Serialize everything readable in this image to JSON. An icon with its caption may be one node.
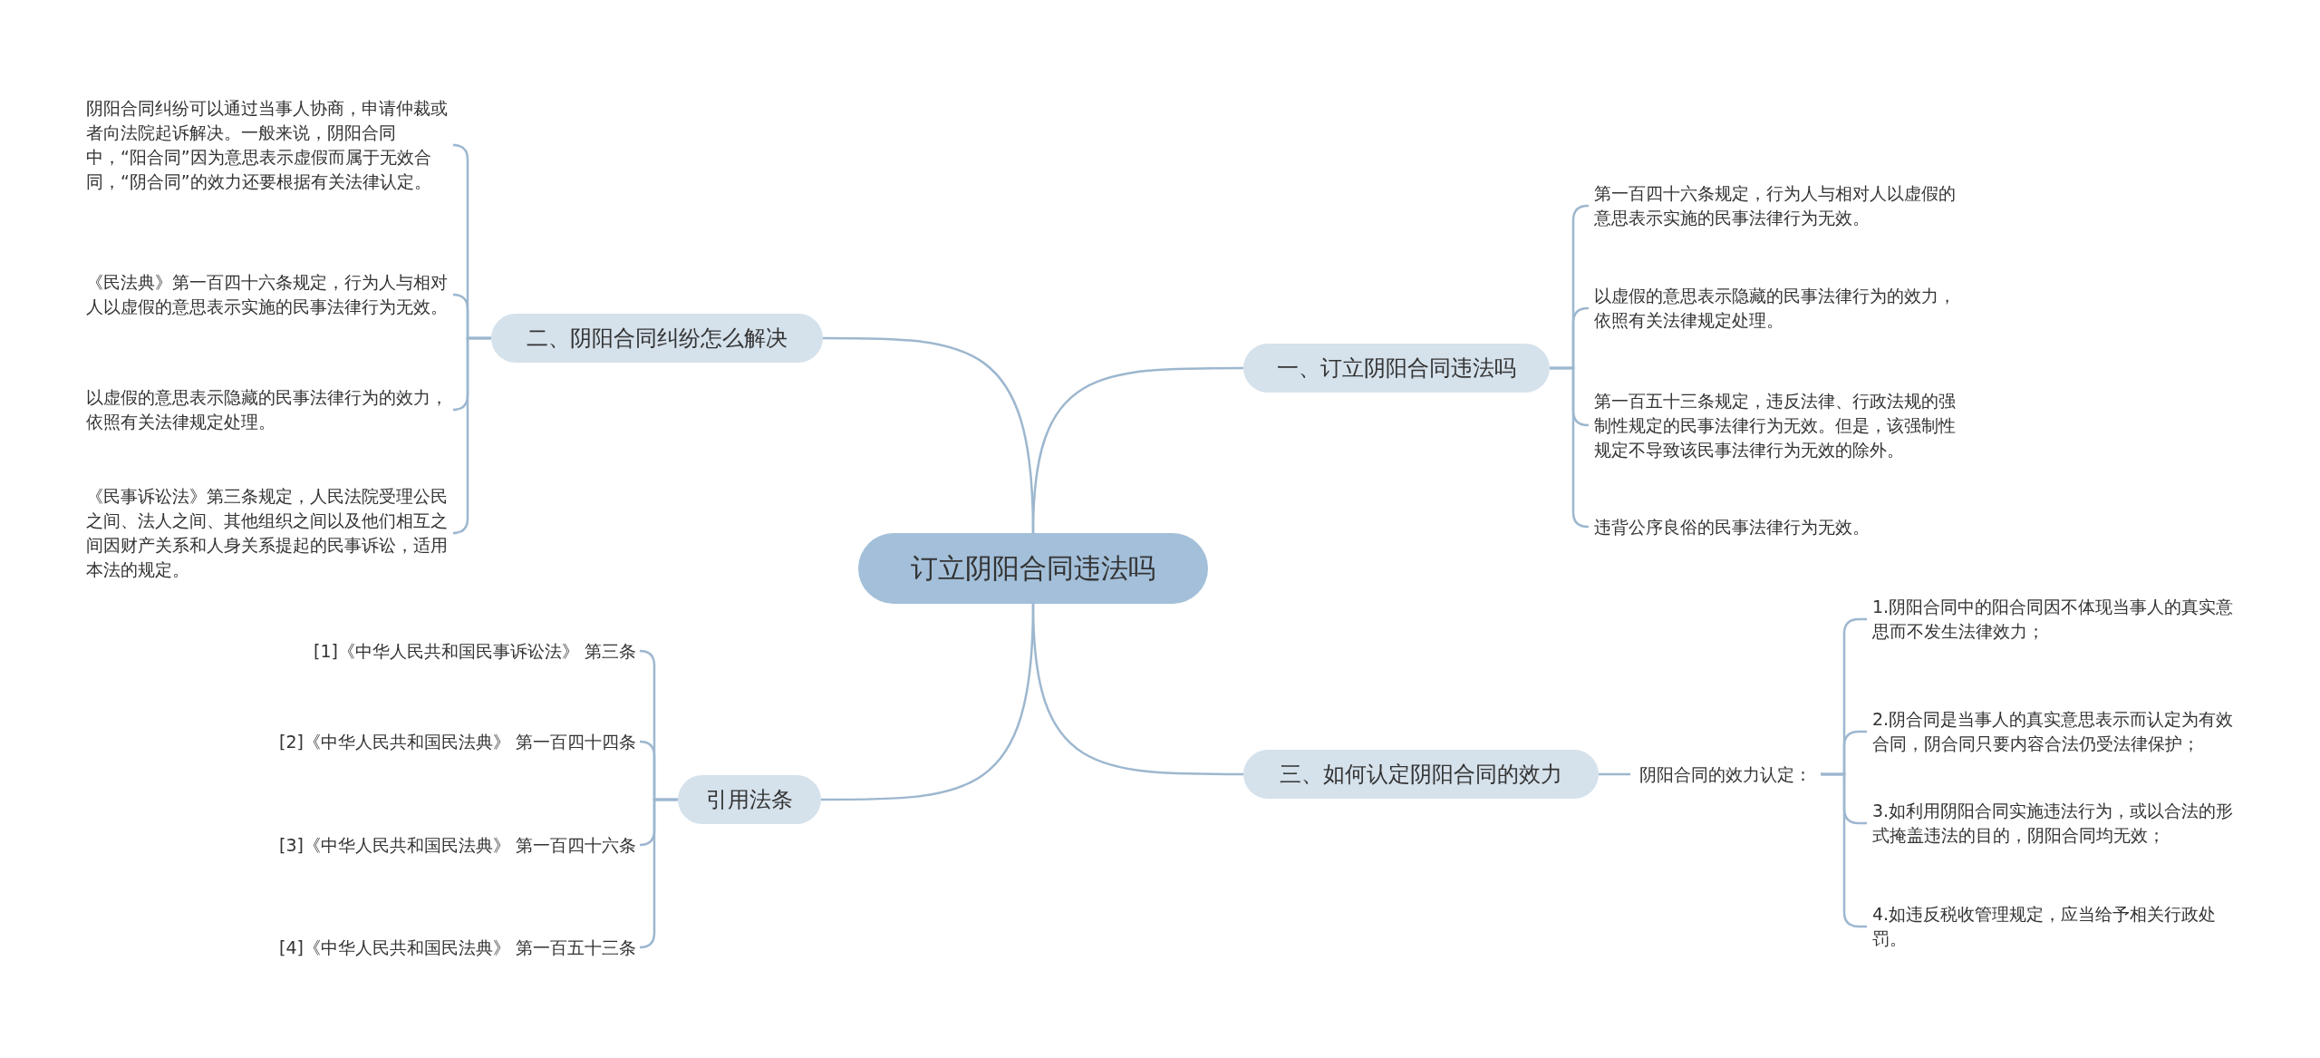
{
  "diagram": {
    "nodes": [
      {
        "text": [
          "订立阴阳合同违法吗"
        ]
      },
      {
        "text": [
          "一、订立阴阳合同违法吗"
        ]
      },
      {
        "text": [
          "第一百四十六条规定，行为人与相对人以虚假的意思表示实施的民事法律行为无效。"
        ]
      },
      {
        "text": [
          "以虚假的意思表示隐藏的民事法律行为的效力，依照有关法律规定处理。"
        ]
      },
      {
        "text": [
          "第一百五十三条规定，违反法律、行政法规的强制性规定的民事法律行为无效。但是，该强制性规定不导致该民事法律行为无效的除外。"
        ]
      },
      {
        "text": [
          "违背公序良俗的民事法律行为无效。"
        ]
      },
      {
        "text": [
          "二、阴阳合同纠纷怎么解决"
        ]
      },
      {
        "text": [
          "阴阳合同纠纷可以通过当事人协商，申请仲裁或者向法院起诉解决。一般来说，阴阳合同中，“阳合同”因为意思表示虚假而属于无效合同，“阴合同”的效力还要根据有关法律认定。"
        ]
      },
      {
        "text": [
          "《民法典》第一百四十六条规定，行为人与相对人以虚假的意思表示实施的民事法律行为无效。"
        ]
      },
      {
        "text": [
          "以虚假的意思表示隐藏的民事法律行为的效力，依照有关法律规定处理。"
        ]
      },
      {
        "text": [
          "《民事诉讼法》第三条规定，人民法院受理公民之间、法人之间、其他组织之间以及他们相互之间因财产关系和人身关系提起的民事诉讼，适用本法的规定。"
        ]
      },
      {
        "text": [
          "三、如何认定阴阳合同的效力"
        ]
      },
      {
        "text": [
          "阴阳合同的效力认定："
        ]
      },
      {
        "text": [
          "1.阴阳合同中的阳合同因不体现当事人的真实意思而不发生法律效力；"
        ]
      },
      {
        "text": [
          "2.阴合同是当事人的真实意思表示而认定为有效合同，阴合同只要内容合法仍受法律保护；"
        ]
      },
      {
        "text": [
          "3.如利用阴阳合同实施违法行为，或以合法的形式掩盖违法的目的，阴阳合同均无效；"
        ]
      },
      {
        "text": [
          "4.如违反税收管理规定，应当给予相关行政处罚。"
        ]
      },
      {
        "text": [
          "引用法条"
        ]
      },
      {
        "text": [
          "[1]《中华人民共和国民事诉讼法》 第三条"
        ]
      },
      {
        "text": [
          "[2]《中华人民共和国民法典》 第一百四十四条"
        ]
      },
      {
        "text": [
          "[3]《中华人民共和国民法典》 第一百四十六条"
        ]
      },
      {
        "text": [
          "[4]《中华人民共和国民法典》 第一百五十三条"
        ]
      }
    ],
    "edges": [
      {
        "from": 0,
        "to": 1,
        "arrow": "none"
      },
      {
        "from": 1,
        "to": 2,
        "arrow": "none"
      },
      {
        "from": 1,
        "to": 3,
        "arrow": "none"
      },
      {
        "from": 1,
        "to": 4,
        "arrow": "none"
      },
      {
        "from": 1,
        "to": 5,
        "arrow": "none"
      },
      {
        "from": 0,
        "to": 6,
        "arrow": "none"
      },
      {
        "from": 6,
        "to": 7,
        "arrow": "none"
      },
      {
        "from": 6,
        "to": 8,
        "arrow": "none"
      },
      {
        "from": 6,
        "to": 9,
        "arrow": "none"
      },
      {
        "from": 6,
        "to": 10,
        "arrow": "none"
      },
      {
        "from": 0,
        "to": 11,
        "arrow": "none"
      },
      {
        "from": 11,
        "to": 12,
        "arrow": "none"
      },
      {
        "from": 12,
        "to": 13,
        "arrow": "none"
      },
      {
        "from": 12,
        "to": 14,
        "arrow": "none"
      },
      {
        "from": 12,
        "to": 15,
        "arrow": "none"
      },
      {
        "from": 12,
        "to": 16,
        "arrow": "none"
      },
      {
        "from": 0,
        "to": 17,
        "arrow": "none"
      },
      {
        "from": 17,
        "to": 18,
        "arrow": "none"
      },
      {
        "from": 17,
        "to": 19,
        "arrow": "none"
      },
      {
        "from": 17,
        "to": 20,
        "arrow": "none"
      },
      {
        "from": 17,
        "to": 21,
        "arrow": "none"
      }
    ]
  }
}
